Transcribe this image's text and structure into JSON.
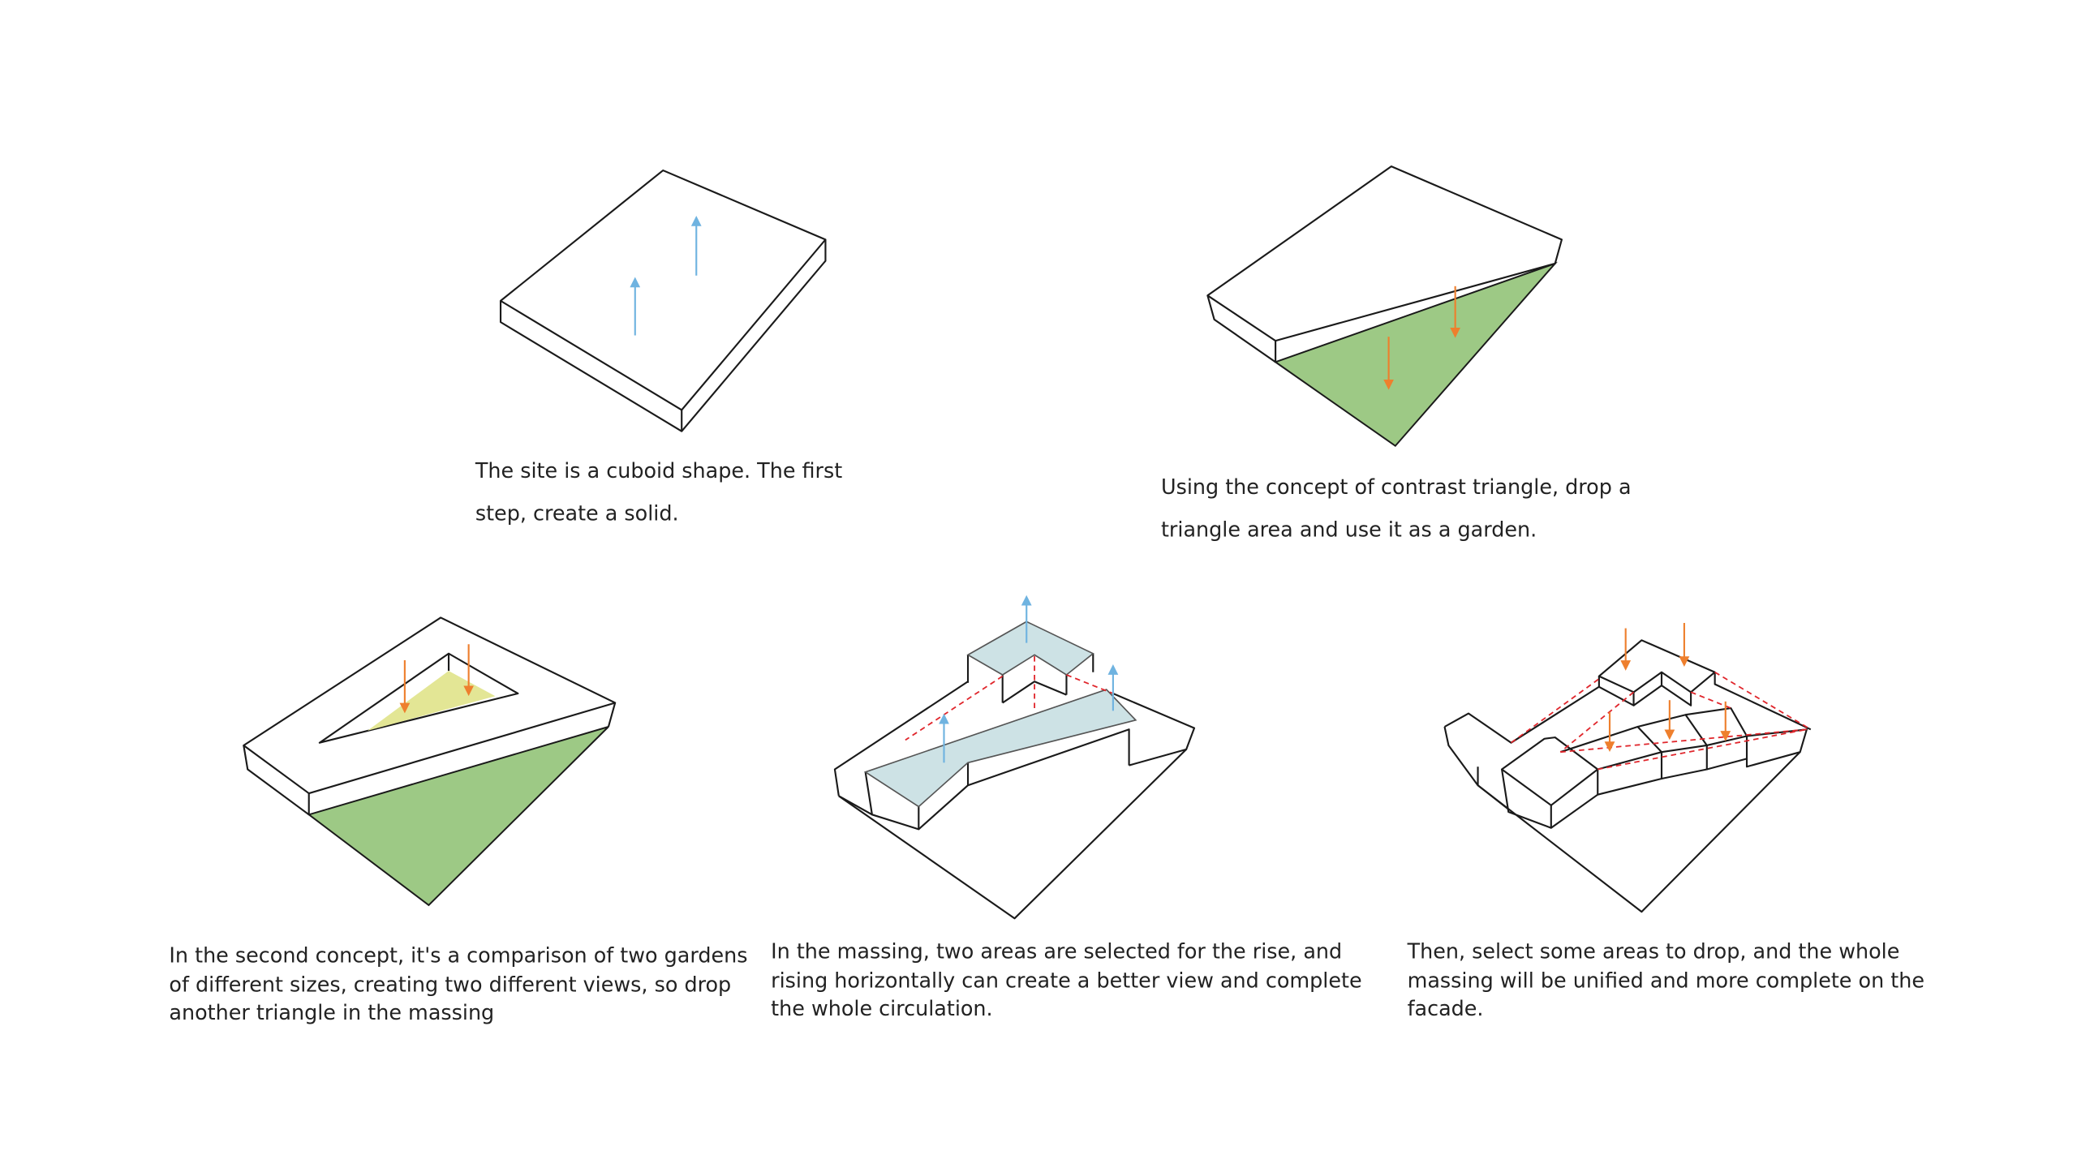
{
  "colors": {
    "garden_green": "#9dc985",
    "small_garden_yellow": "#e3e695",
    "raised_blue": "#cde2e5",
    "rise_arrow": "#6fb3e0",
    "drop_arrow": "#ee7f2d",
    "guide_dash": "#e0262c"
  },
  "steps": [
    {
      "caption": [
        "The site is a cuboid shape. The first",
        "step, create a solid."
      ]
    },
    {
      "caption": [
        "Using the concept of contrast triangle, drop a",
        "triangle area and use it as a garden."
      ]
    },
    {
      "caption": [
        "In the second concept, it's a comparison of two gardens",
        "of different sizes, creating two different views, so drop",
        "another triangle in the massing"
      ]
    },
    {
      "caption": [
        "In the massing, two areas are selected for the rise, and",
        "rising horizontally can create a better view and complete",
        "the whole circulation."
      ]
    },
    {
      "caption": [
        "Then, select some areas to drop, and the whole",
        "massing will be unified and more complete on the",
        "facade."
      ]
    }
  ]
}
